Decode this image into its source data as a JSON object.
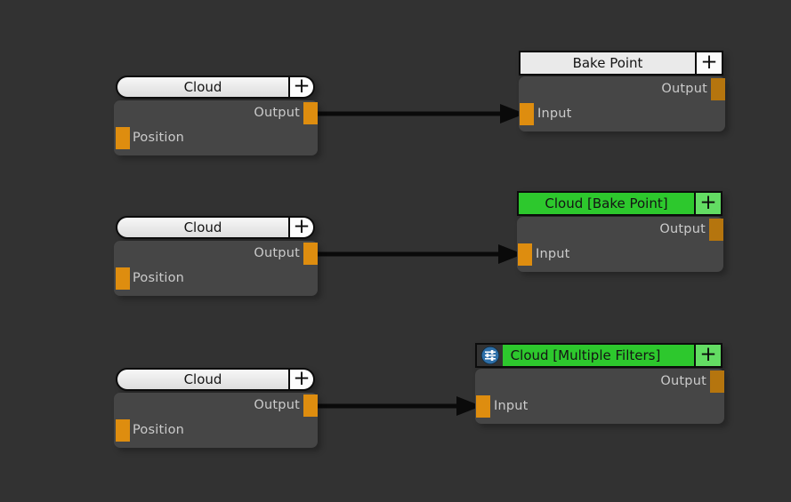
{
  "app": {
    "name": "node-graph-editor"
  },
  "colors": {
    "canvas_bg": "#323232",
    "node_body": "#464646",
    "node_text": "#cbcbcb",
    "header_light": "#eaeaea",
    "header_light_btn": "#fbfbfb",
    "header_green": "#2dc82d",
    "header_green_btn": "#63dc63",
    "header_text": "#141414",
    "port_orange": "#de8d0f",
    "port_orange_dark": "#b5750e",
    "icon_blue": "#2e6fa8",
    "wire_black": "#0a0a0a"
  },
  "nodes": [
    {
      "id": "cloud-1",
      "title": "Cloud",
      "add_button": "+",
      "out_port": "Output",
      "in_port": "Position"
    },
    {
      "id": "bake-point",
      "title": "Bake Point",
      "add_button": "+",
      "out_port": "Output",
      "in_port": "Input"
    },
    {
      "id": "cloud-2",
      "title": "Cloud",
      "add_button": "+",
      "out_port": "Output",
      "in_port": "Position"
    },
    {
      "id": "cloud-bake-point",
      "title": "Cloud [Bake Point]",
      "add_button": "+",
      "out_port": "Output",
      "in_port": "Input"
    },
    {
      "id": "cloud-3",
      "title": "Cloud",
      "add_button": "+",
      "out_port": "Output",
      "in_port": "Position"
    },
    {
      "id": "cloud-multiple-filters",
      "title": "Cloud [Multiple Filters]",
      "add_button": "+",
      "out_port": "Output",
      "in_port": "Input",
      "icon": "filters-icon"
    }
  ],
  "connections": [
    {
      "from": "cloud-1.Output",
      "to": "bake-point.Input"
    },
    {
      "from": "cloud-2.Output",
      "to": "cloud-bake-point.Input"
    },
    {
      "from": "cloud-3.Output",
      "to": "cloud-multiple-filters.Input"
    }
  ]
}
